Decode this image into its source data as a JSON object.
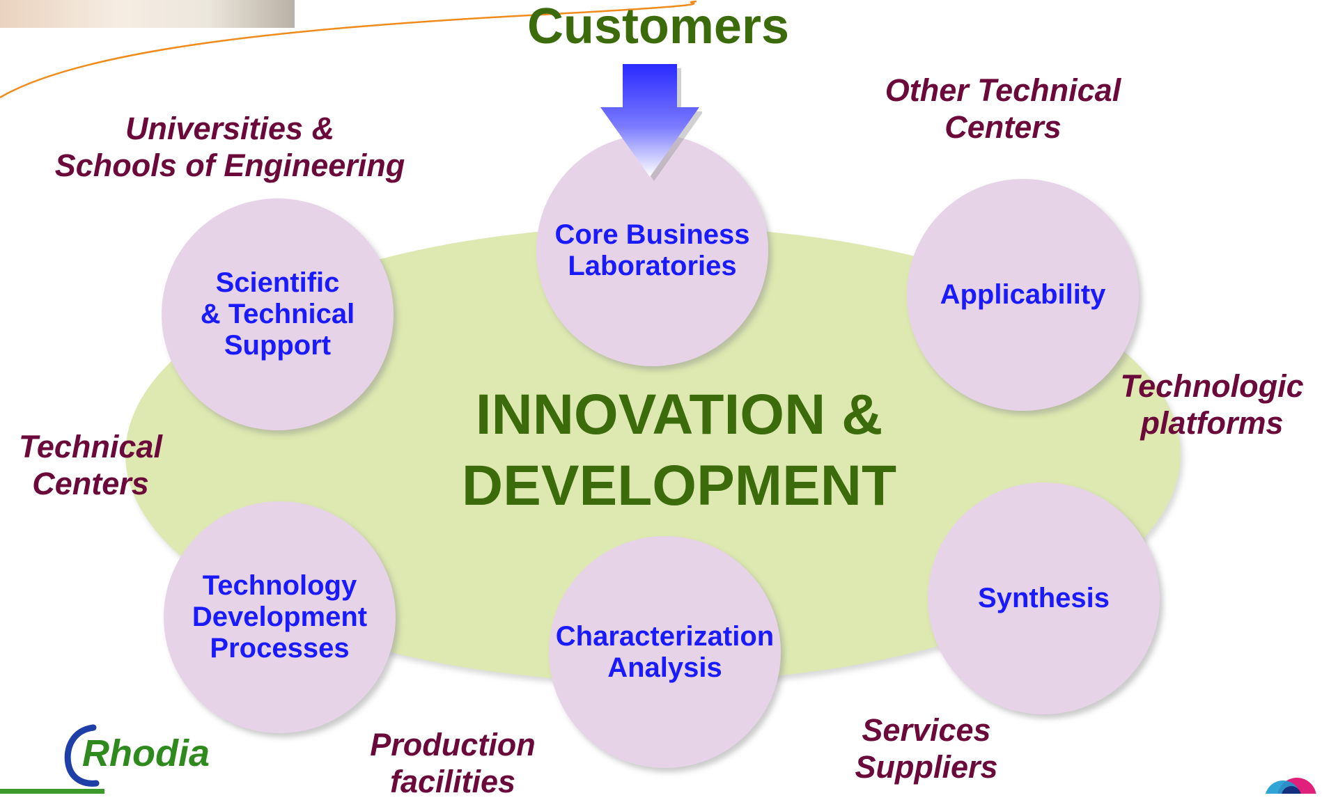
{
  "top": {
    "title": "Customers"
  },
  "center": {
    "title": "INNOVATION &\nDEVELOPMENT"
  },
  "circles": {
    "core": "Core Business\nLaboratories",
    "scientific": "Scientific\n& Technical\n Support",
    "applicability": "Applicability",
    "technology": "Technology\nDevelopment\nProcesses",
    "characterization": "Characterization\nAnalysis",
    "synthesis": "Synthesis"
  },
  "external": {
    "universities": "Universities &\nSchools of Engineering",
    "other_centers": "Other Technical\nCenters",
    "technical_centers": "Technical\nCenters",
    "platforms": "Technologic\nplatforms",
    "production": "Production\nfacilities",
    "services": "Services\nSuppliers"
  },
  "logo": {
    "text": "Rhodia"
  },
  "colors": {
    "ellipse": "#dde9b0",
    "circle": "#e6d3e8",
    "circle_text": "#1a1aff",
    "green_title": "#3b6b0a",
    "external_text": "#6b0a3a",
    "swoosh": "#f08a1a",
    "arrow": "#2a2aff"
  }
}
